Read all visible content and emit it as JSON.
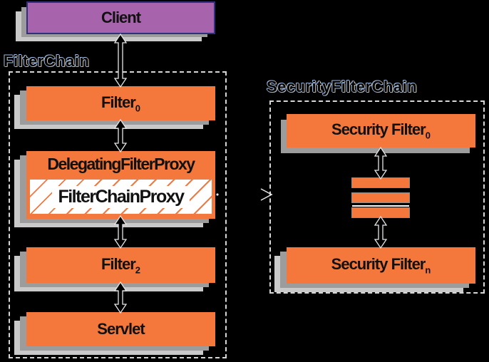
{
  "frames": {
    "filter_chain": {
      "title": "FilterChain"
    },
    "security_filter_chain": {
      "title": "SecurityFilterChain"
    }
  },
  "nodes": {
    "client": {
      "label": "Client"
    },
    "filter_0": {
      "label": "Filter",
      "subscript": "0"
    },
    "delegating_filter_proxy": {
      "label": "DelegatingFilterProxy"
    },
    "filter_chain_proxy": {
      "label": "FilterChainProxy"
    },
    "filter_2": {
      "label": "Filter",
      "subscript": "2"
    },
    "servlet": {
      "label": "Servlet"
    },
    "security_filter_0": {
      "label": "Security Filter",
      "subscript": "0"
    },
    "security_filter_n": {
      "label": "Security Filter",
      "subscript": "n"
    }
  },
  "ellipsis": {
    "bar_count": 3
  },
  "colors": {
    "background": "#000000",
    "box_orange": "#f4783c",
    "client_purple": "#a763ab",
    "client_border": "#30307c",
    "shadow_dark": "#9c9c9c",
    "shadow_light": "#c9c9c9",
    "frame_dash": "#d6d6d6",
    "hatch_line": "#f07a44",
    "hatch_bg": "#ffffff",
    "arrow_outline": "#e6e6e6",
    "text": "#111111",
    "frame_title_outline": "#9fb9de"
  }
}
